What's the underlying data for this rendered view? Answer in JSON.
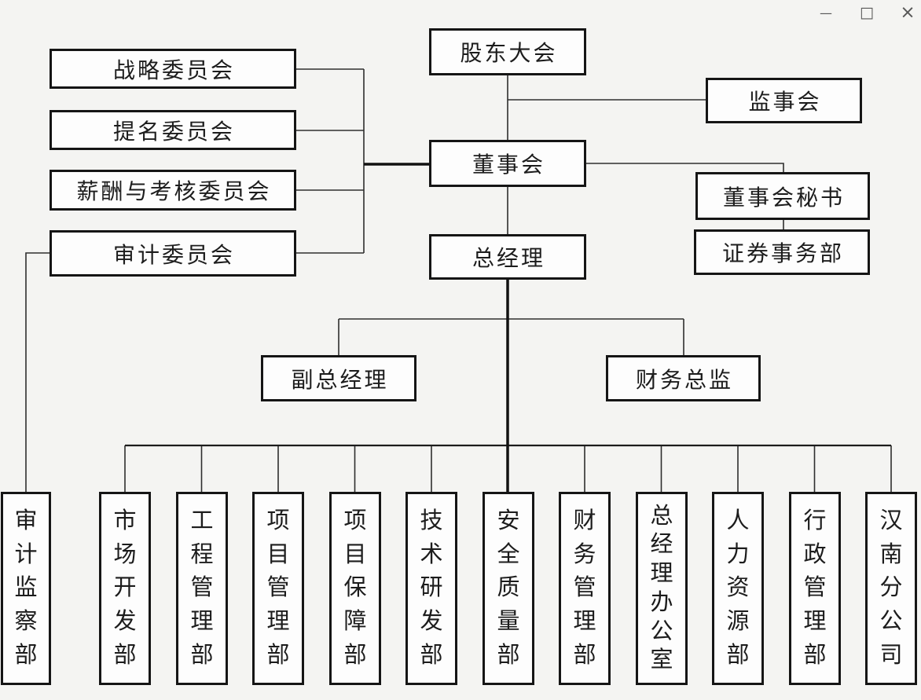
{
  "window": {
    "controls": {
      "minimize": "—",
      "maximize": "□",
      "close": "×"
    }
  },
  "colors": {
    "background": "#f4f4f2",
    "box_fill": "#fdfdfd",
    "box_border": "#151515",
    "line_thin": "#2e2e2e",
    "line_thick": "#111111",
    "text": "#1c1c1c",
    "window_control": "#575757"
  },
  "org_chart": {
    "nodes": {
      "shareholders": {
        "label": "股东大会"
      },
      "board": {
        "label": "董事会"
      },
      "general_manager": {
        "label": "总经理"
      },
      "supervisory_board": {
        "label": "监事会"
      },
      "board_secretary": {
        "label": "董事会秘书"
      },
      "securities_dept": {
        "label": "证券事务部"
      },
      "strategy_committee": {
        "label": "战略委员会"
      },
      "nomination_committee": {
        "label": "提名委员会"
      },
      "compensation_committee": {
        "label": "薪酬与考核委员会"
      },
      "audit_committee": {
        "label": "审计委员会"
      },
      "deputy_gm": {
        "label": "副总经理"
      },
      "finance_director": {
        "label": "财务总监"
      }
    },
    "departments": [
      {
        "label": "审计监察部"
      },
      {
        "label": "市场开发部"
      },
      {
        "label": "工程管理部"
      },
      {
        "label": "项目管理部"
      },
      {
        "label": "项目保障部"
      },
      {
        "label": "技术研发部"
      },
      {
        "label": "安全质量部"
      },
      {
        "label": "财务管理部"
      },
      {
        "label": "总经理办公室"
      },
      {
        "label": "人力资源部"
      },
      {
        "label": "行政管理部"
      },
      {
        "label": "汉南分公司"
      }
    ]
  }
}
